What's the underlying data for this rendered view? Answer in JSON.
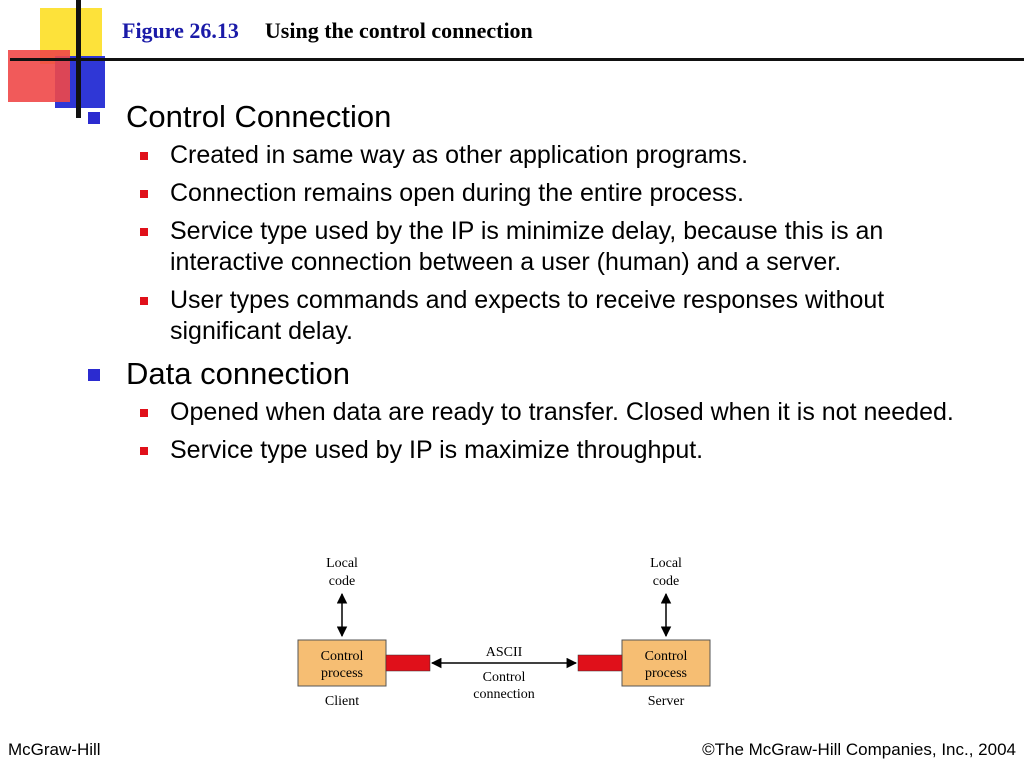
{
  "title": {
    "figure": "Figure 26.13",
    "caption": "Using the control connection"
  },
  "colors": {
    "title_blue": "#1a1aa8",
    "bullet_l1": "#2b2bd0",
    "bullet_l2": "#e0101a",
    "deco_yellow": "#fde23a",
    "deco_blue": "#2f37d6",
    "deco_red": "#f04848",
    "box_fill": "#f6be73",
    "connector_red": "#e0101a"
  },
  "bullets": [
    {
      "text": "Control Connection",
      "sub": [
        "Created in same way as other application programs.",
        "Connection remains open during the entire process.",
        "Service type used by the IP is minimize delay, because this is an interactive connection between a user (human) and a server.",
        "User types commands and expects to receive responses without significant delay."
      ]
    },
    {
      "text": "Data connection",
      "sub": [
        "Opened when data are ready to transfer. Closed when it is not needed.",
        "Service type used by IP is maximize throughput."
      ]
    }
  ],
  "diagram": {
    "left_local_line1": "Local",
    "left_local_line2": "code",
    "right_local_line1": "Local",
    "right_local_line2": "code",
    "client_box_line1": "Control",
    "client_box_line2": "process",
    "server_box_line1": "Control",
    "server_box_line2": "process",
    "client_label": "Client",
    "server_label": "Server",
    "ascii_label": "ASCII",
    "connection_line1": "Control",
    "connection_line2": "connection"
  },
  "footer": {
    "left": "McGraw-Hill",
    "right": "©The McGraw-Hill Companies, Inc., 2004"
  }
}
